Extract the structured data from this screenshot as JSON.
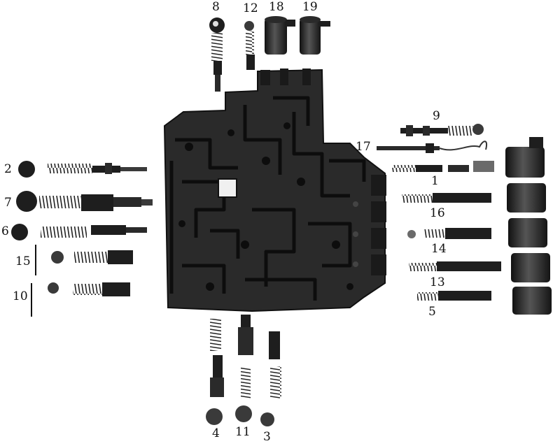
{
  "diagram": {
    "labels": {
      "l1": "1",
      "l2": "2",
      "l3": "3",
      "l4": "4",
      "l5": "5",
      "l6": "6",
      "l7": "7",
      "l8": "8",
      "l9": "9",
      "l10": "10",
      "l11": "11",
      "l12": "12",
      "l13": "13",
      "l14": "14",
      "l15": "15",
      "l16": "16",
      "l17": "17",
      "l18": "18",
      "l19": "19"
    },
    "colors": {
      "background": "#ffffff",
      "part_dark": "#1e1e1e",
      "part_mid": "#3a3a3a",
      "part_light": "#6a6a6a",
      "plate": "#2a2a2a",
      "channel": "#0d0d0d",
      "label": "#111111"
    }
  }
}
